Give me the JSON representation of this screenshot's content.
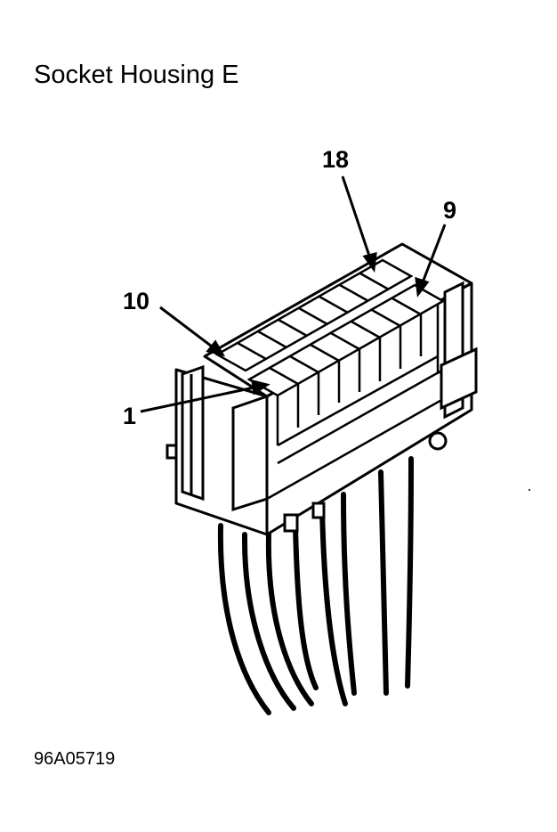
{
  "title": "Socket Housing E",
  "figure_id": "96A05719",
  "callouts": {
    "pin_18": "18",
    "pin_9": "9",
    "pin_10": "10",
    "pin_1": "1"
  }
}
